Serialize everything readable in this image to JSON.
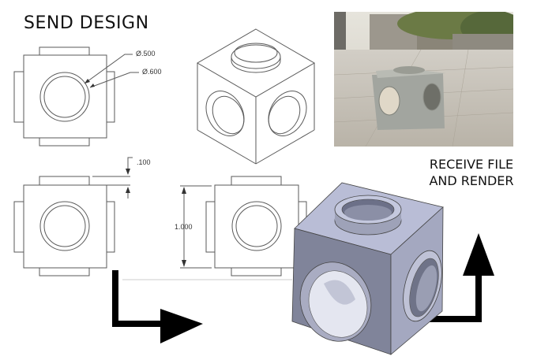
{
  "header": {
    "send_title": "SEND DESIGN",
    "receive_title_line1": "RECEIVE FILE",
    "receive_title_line2": "AND RENDER"
  },
  "dimensions": {
    "inner_diameter": "Ø.500",
    "outer_diameter": "Ø.600",
    "boss_height": ".100",
    "cube_height": "1.000"
  },
  "views": [
    {
      "name": "top-view",
      "type": "orthographic"
    },
    {
      "name": "isometric-view",
      "type": "isometric line drawing"
    },
    {
      "name": "front-view",
      "type": "orthographic"
    },
    {
      "name": "side-view",
      "type": "orthographic"
    },
    {
      "name": "photo-render",
      "type": "photographic render on pavement"
    },
    {
      "name": "shaded-3d-model",
      "type": "shaded CAD model"
    }
  ],
  "colors": {
    "line": "#555555",
    "arrow": "#000000",
    "cube_top": "#b9bdd6",
    "cube_left": "#7e8296",
    "cube_right": "#9ea2ba",
    "photo_sky": "#d8d6cc",
    "photo_ground": "#c9c4bb"
  }
}
